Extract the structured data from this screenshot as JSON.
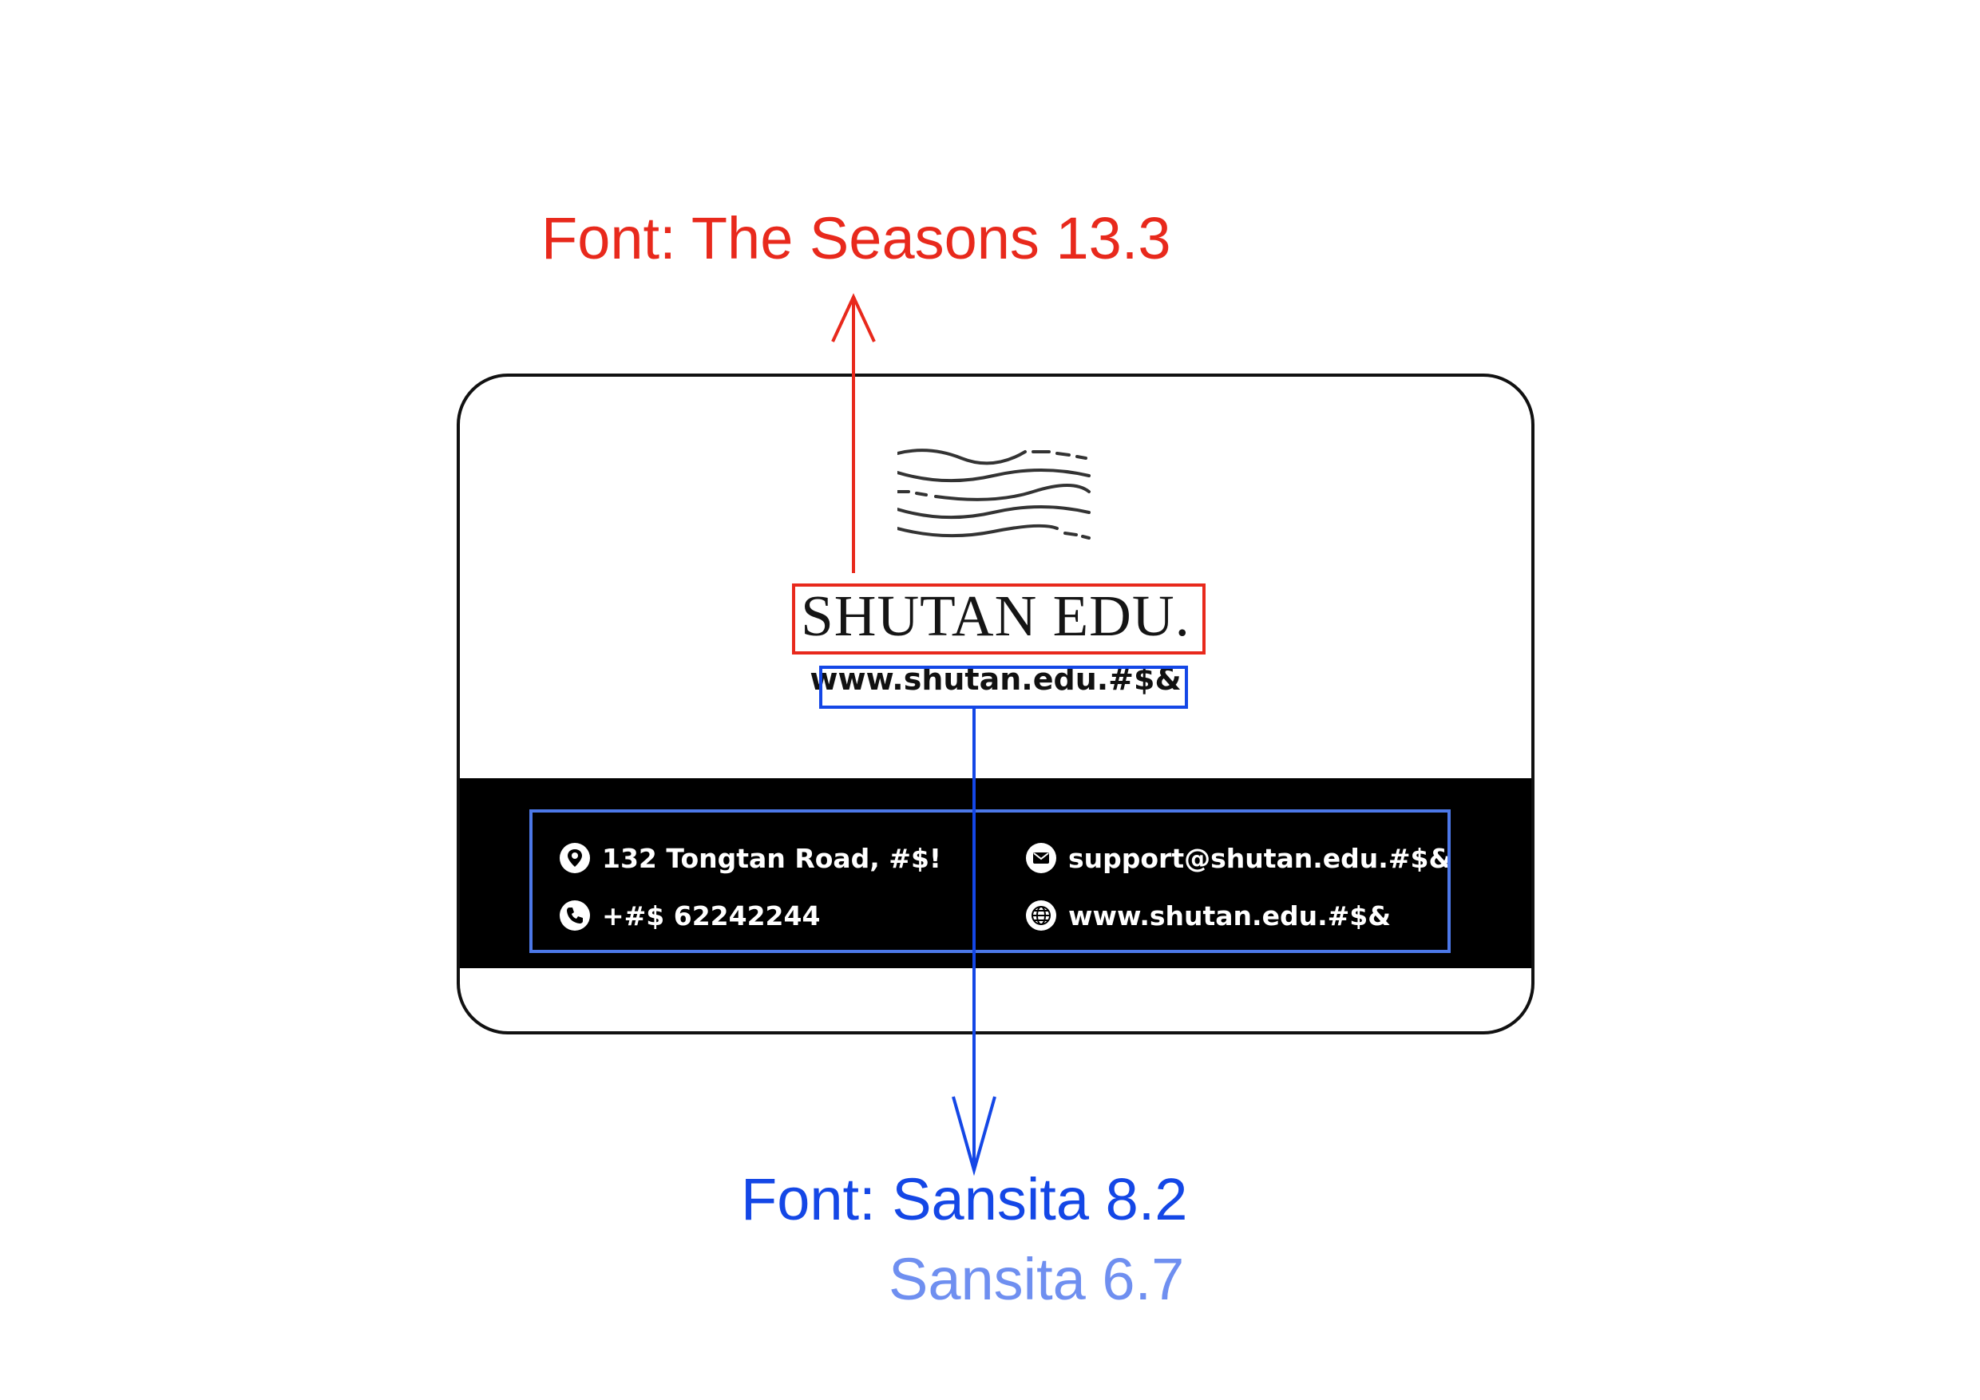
{
  "annotations": {
    "title_font_label": "Font: The Seasons 13.3",
    "body_font_label": "Font: Sansita 8.2",
    "body_font_label_secondary": "Sansita 6.7"
  },
  "card": {
    "brand_name": "SHUTAN EDU.",
    "website": "www.shutan.edu.#$&",
    "contacts": {
      "address": "132 Tongtan Road, #$!",
      "phone": "+#$ 62242244",
      "email": "support@shutan.edu.#$&",
      "website": "www.shutan.edu.#$&"
    }
  },
  "colors": {
    "title_annotation": "#e8291c",
    "body_annotation": "#1447e6",
    "body_annotation_secondary": "#6f8ff0",
    "band": "#000000",
    "card_border": "#111111"
  },
  "icons": [
    "location-pin-icon",
    "phone-icon",
    "mail-icon",
    "globe-icon",
    "wave-logo-icon"
  ]
}
